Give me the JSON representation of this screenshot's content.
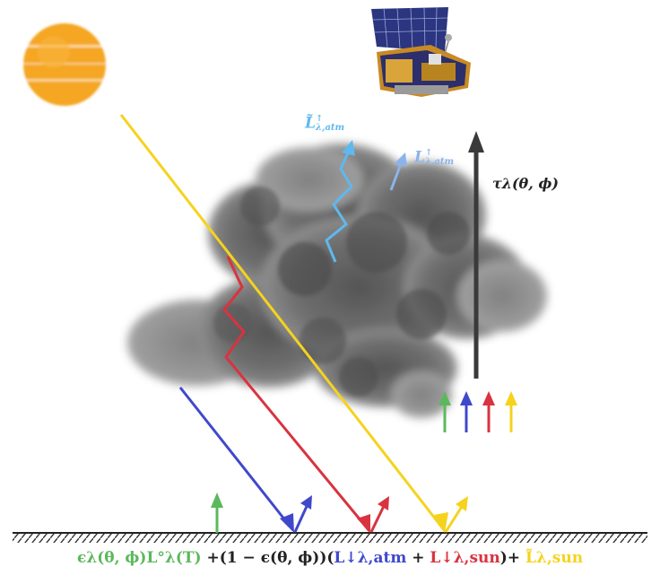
{
  "colors": {
    "sun": "#f5a623",
    "green": "#5cb85c",
    "blue": "#3f48cc",
    "red": "#d9333f",
    "yellow": "#f5d31d",
    "light_blue": "#5fb8ee",
    "pale_blue": "#8ab4ea",
    "dark": "#3a3a3a",
    "cloud": "#707070"
  },
  "labels": {
    "l_tilde_atm_up": {
      "base": "L̃",
      "sub": "λ,atm",
      "sup": "↑"
    },
    "l_atm_up": {
      "base": "L",
      "sub": "λ,atm",
      "sup": "↑"
    },
    "tau": "τλ(θ, ϕ)"
  },
  "equation": {
    "emission": "ϵλ(θ, ϕ)L°λ(T)",
    "reflect_factor": " +(1 − ϵ(θ, ϕ))(",
    "atm_down": "L↓λ,atm",
    "plus_sep": " + ",
    "sun_down": "L↓λ,sun",
    "close_plus": ")+ ",
    "sun_direct": "L̃λ,sun"
  },
  "icons": [
    "sun-icon",
    "satellite-icon",
    "cloud-icon",
    "ground-hatch"
  ]
}
